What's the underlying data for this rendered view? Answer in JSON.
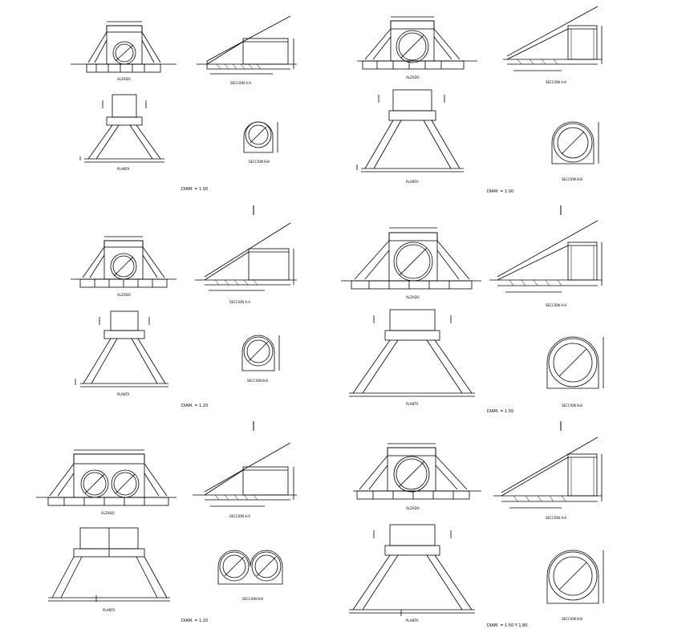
{
  "sheet": {
    "panels": [
      {
        "id": "p1",
        "title": "DIAM. = 1.00",
        "labels": {
          "elevation": "ALZADO",
          "section": "SECCION A-A",
          "plan": "PLANTA",
          "pipe": "SECCION B-B"
        }
      },
      {
        "id": "p2",
        "title": "DIAM. = 1.00",
        "labels": {
          "elevation": "ALZADO",
          "section": "SECCION A-A",
          "plan": "PLANTA",
          "pipe": "SECCION B-B"
        }
      },
      {
        "id": "p3",
        "title": "DIAM. = 1.20",
        "labels": {
          "elevation": "ALZADO",
          "section": "SECCION A-A",
          "plan": "PLANTA",
          "pipe": "SECCION B-B"
        }
      },
      {
        "id": "p4",
        "title": "DIAM. = 1.50",
        "labels": {
          "elevation": "ALZADO",
          "section": "SECCION A-A",
          "plan": "PLANTA",
          "pipe": "SECCION B-B"
        }
      },
      {
        "id": "p5",
        "title": "DIAM. = 1.20",
        "labels": {
          "elevation": "ALZADO",
          "section": "SECCION A-A",
          "plan": "PLANTA",
          "pipe": "SECCION B-B"
        }
      },
      {
        "id": "p6",
        "title": "DIAM. = 1.50 Y 1.80",
        "labels": {
          "elevation": "ALZADO",
          "section": "SECCION A-A",
          "plan": "PLANTA",
          "pipe": "SECCION B-B"
        }
      }
    ]
  }
}
